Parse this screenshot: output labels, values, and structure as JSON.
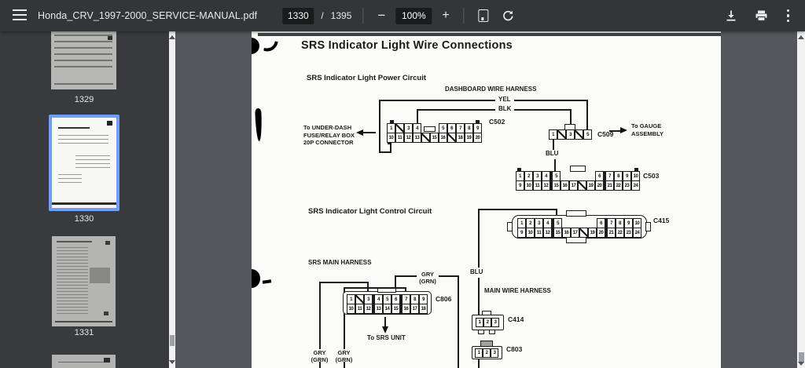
{
  "toolbar": {
    "title": "Honda_CRV_1997-2000_SERVICE-MANUAL.pdf",
    "page_current": "1330",
    "slash": "/",
    "page_total": "1395",
    "minus": "−",
    "zoom": "100%",
    "plus": "+"
  },
  "sidebar": {
    "pages": [
      "1329",
      "1330",
      "1331"
    ]
  },
  "diagram": {
    "title": "SRS Indicator Light Wire Connections",
    "power_heading": "SRS Indicator Light Power Circuit",
    "control_heading": "SRS Indicator Light Control Circuit",
    "dashboard_harness": "DASHBOARD WIRE HARNESS",
    "srs_main_harness": "SRS MAIN HARNESS",
    "main_harness": "MAIN WIRE HARNESS",
    "wires": {
      "yel": "YEL",
      "blk": "BLK",
      "blu": "BLU",
      "gry": "GRY",
      "grn": "(GRN)"
    },
    "fuse_l1": "To UNDER-DASH",
    "fuse_l2": "FUSE/RELAY BOX",
    "fuse_l3": "20P CONNECTOR",
    "gauge_l1": "To GAUGE",
    "gauge_l2": "ASSEMBLY",
    "srs_unit": "To SRS UNIT",
    "connectors": {
      "c502": {
        "label": "C502",
        "rows": [
          [
            "1",
            "X",
            "3",
            "4",
            "GAP:2",
            "5",
            "6",
            "7",
            "8",
            "9"
          ],
          [
            "10",
            "11",
            "12",
            "13",
            "X",
            "15",
            "16",
            "X",
            "18",
            "19",
            "20"
          ]
        ]
      },
      "c509": {
        "label": "C509",
        "rows": [
          [
            "1",
            "X",
            "3",
            "X",
            "5"
          ]
        ]
      },
      "c503": {
        "label": "C503",
        "rows": [
          [
            "1",
            "2",
            "3",
            "4",
            "BAR",
            "5",
            "GAP:4",
            "6",
            "BAR",
            "7",
            "8",
            "9",
            "10"
          ],
          [
            "9",
            "10",
            "11",
            "12",
            "BAR",
            "15",
            "16",
            "17",
            "X",
            "19",
            "20",
            "BAR",
            "21",
            "22",
            "23",
            "24"
          ]
        ]
      },
      "c415": {
        "label": "C415",
        "rows": [
          [
            "1",
            "2",
            "3",
            "4",
            "BAR",
            "5",
            "GAP:4",
            "6",
            "BAR",
            "7",
            "8",
            "9",
            "10"
          ],
          [
            "9",
            "10",
            "11",
            "12",
            "BAR",
            "15",
            "16",
            "17",
            "X",
            "19",
            "20",
            "BAR",
            "21",
            "22",
            "23",
            "24"
          ]
        ]
      },
      "c806": {
        "label": "C806",
        "rows": [
          [
            "1",
            "X",
            "3",
            "BAR",
            "4",
            "5",
            "6",
            "BAR",
            "7",
            "8",
            "9"
          ],
          [
            "10",
            "11",
            "12",
            "BAR",
            "13",
            "14",
            "15",
            "BAR",
            "16",
            "17",
            "18"
          ]
        ]
      },
      "c414": {
        "label": "C414",
        "rows": [
          [
            "1",
            "2",
            "3"
          ]
        ]
      },
      "c803": {
        "label": "C803",
        "rows": [
          [
            "1",
            "2",
            "3"
          ]
        ]
      }
    }
  },
  "colors": {
    "accent_blue": "#6b9ff8",
    "toolbar_bg": "#323639",
    "viewer_bg": "#54585c",
    "page_bg": "#fbfbf9"
  }
}
